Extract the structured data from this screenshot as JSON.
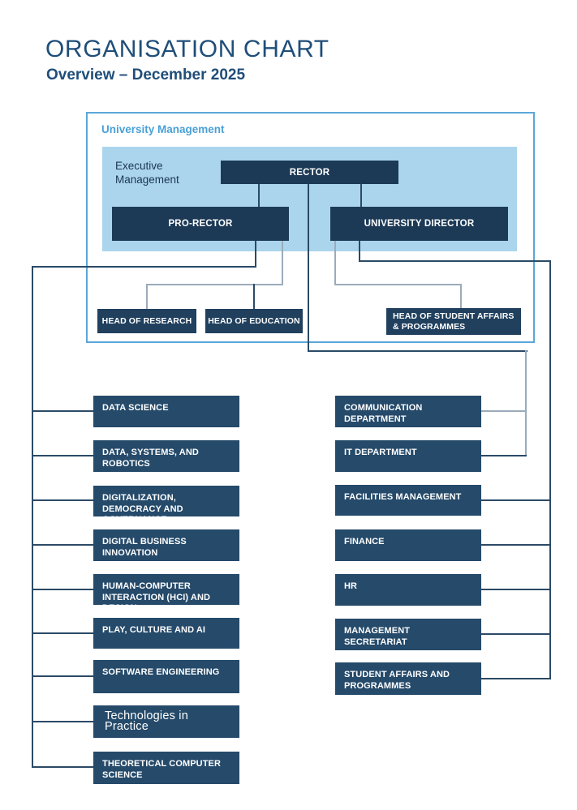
{
  "page": {
    "title": "ORGANISATION CHART",
    "subtitle": "Overview – December 2025"
  },
  "colors": {
    "title_blue": "#1f4e79",
    "group_border_blue": "#5ba7da",
    "group_label_blue": "#4aa0d6",
    "panel_light_blue": "#abd5ed",
    "executive_box_navy": "#1c3a56",
    "unit_box_navy": "#254a6a",
    "connector_dark": "#2b4a66",
    "connector_gray": "#9aacbb"
  },
  "management": {
    "group_label": "University Management",
    "panel_label": "Executive Management",
    "rector": "RECTOR",
    "pro_rector": "PRO-RECTOR",
    "university_director": "UNIVERSITY DIRECTOR"
  },
  "heads": {
    "research": "HEAD OF RESEARCH",
    "education": "HEAD OF EDUCATION",
    "student_affairs": "HEAD OF STUDENT AFFAIRS & PROGRAMMES"
  },
  "left_units": [
    {
      "label": "DATA SCIENCE"
    },
    {
      "label": "DATA, SYSTEMS, AND ROBOTICS"
    },
    {
      "label": "DIGITALIZATION, DEMOCRACY AND GOVERNANCE"
    },
    {
      "label": "DIGITAL BUSINESS INNOVATION"
    },
    {
      "label": "HUMAN-COMPUTER INTERACTION (HCI) AND DESIGN"
    },
    {
      "label": "PLAY, CULTURE AND AI"
    },
    {
      "label": "SOFTWARE ENGINEERING"
    },
    {
      "label": "Technologies in Practice"
    },
    {
      "label": "THEORETICAL COMPUTER SCIENCE"
    }
  ],
  "right_units": [
    {
      "label": "COMMUNICATION DEPARTMENT"
    },
    {
      "label": "IT DEPARTMENT"
    },
    {
      "label": "FACILITIES MANAGEMENT"
    },
    {
      "label": "FINANCE"
    },
    {
      "label": "HR"
    },
    {
      "label": "MANAGEMENT SECRETARIAT"
    },
    {
      "label": "STUDENT AFFAIRS AND PROGRAMMES"
    }
  ]
}
